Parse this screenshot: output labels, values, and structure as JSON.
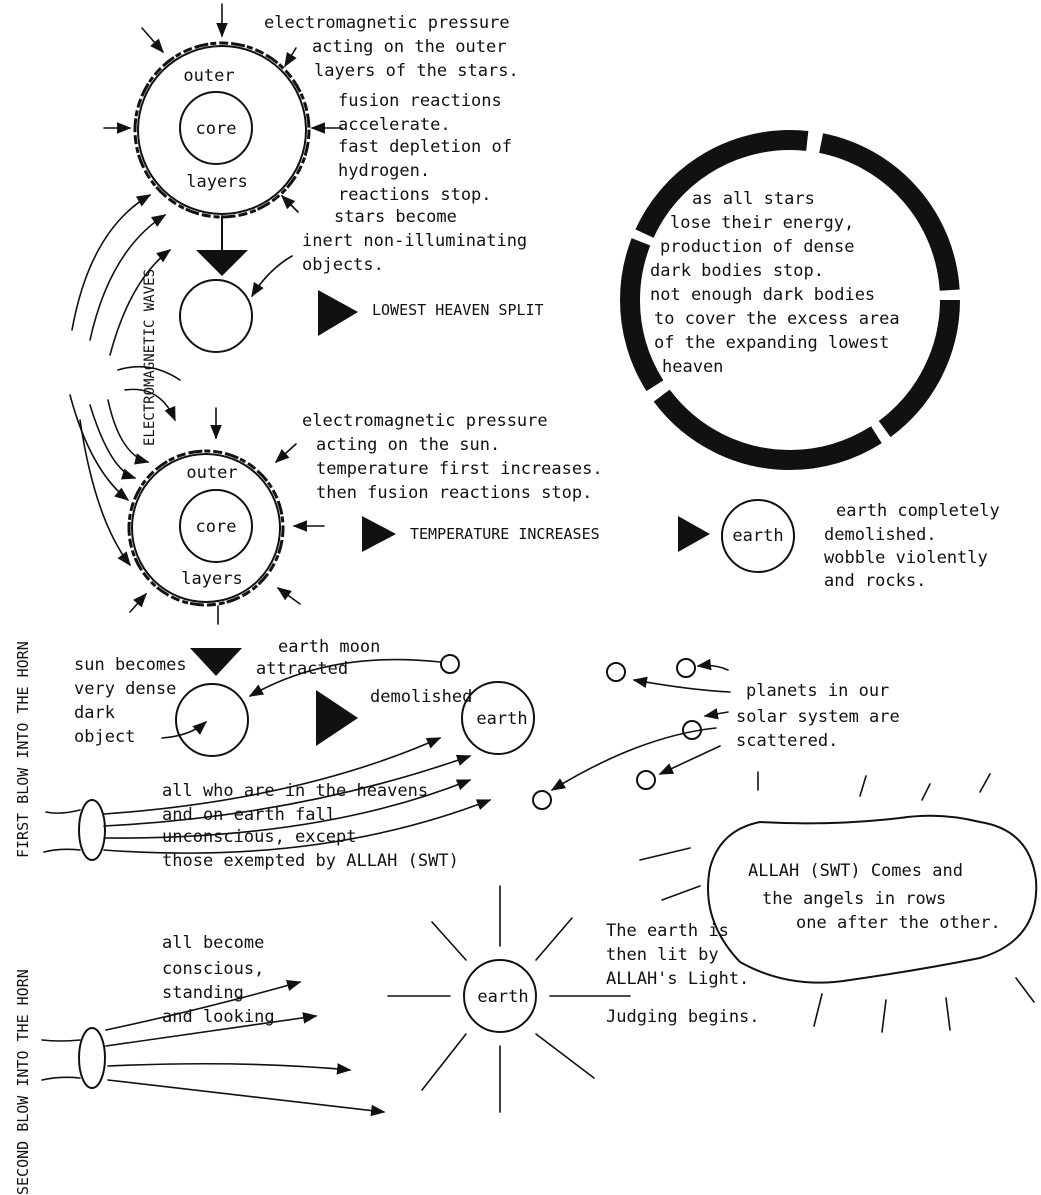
{
  "stars_block": {
    "outer_label": "outer",
    "core_label": "core",
    "layers_label": "layers",
    "notes": [
      "electromagnetic pressure",
      "acting on the outer",
      "layers of the stars.",
      "fusion reactions",
      "accelerate.",
      "fast depletion of",
      "hydrogen.",
      "reactions stop.",
      "stars become",
      "inert non-illuminating",
      "objects."
    ],
    "split_label": "LOWEST HEAVEN SPLIT",
    "ring_text": [
      "as all stars",
      "lose their energy,",
      "production of dense",
      "dark bodies stop.",
      "not enough dark bodies",
      "to cover the excess area",
      "of the expanding lowest",
      "heaven"
    ]
  },
  "waves_label": "ELECTROMAGNETIC WAVES",
  "sun_block": {
    "outer_label": "outer",
    "core_label": "core",
    "layers_label": "layers",
    "notes": [
      "electromagnetic pressure",
      "acting on the sun.",
      "temperature first increases.",
      "then fusion reactions stop."
    ],
    "temp_label": "TEMPERATURE INCREASES",
    "earth_label": "earth",
    "earth_notes": [
      "earth completely",
      "demolished.",
      "wobble violently",
      "and rocks."
    ]
  },
  "first_blow": {
    "side_label": "FIRST BLOW INTO THE HORN",
    "sun_notes": [
      "sun becomes",
      "very dense",
      "dark",
      "object"
    ],
    "moon_notes": [
      "earth moon",
      "attracted"
    ],
    "demolished_label": "demolished",
    "earth_label": "earth",
    "planets_notes": [
      "planets in our",
      "solar system are",
      "scattered."
    ],
    "horn_notes": [
      "all who are in the heavens",
      "and on earth fall",
      "unconscious, except",
      "those exempted by ALLAH (SWT)"
    ],
    "cloud_notes": [
      "ALLAH (SWT) Comes and",
      "the angels in rows",
      "one after the other."
    ]
  },
  "second_blow": {
    "side_label": "SECOND BLOW INTO THE HORN",
    "horn_notes": [
      "all become",
      "conscious,",
      "standing",
      "and looking"
    ],
    "earth_label": "earth",
    "light_notes": [
      "The earth is",
      "then lit by",
      "ALLAH's Light."
    ],
    "judging_label": "Judging begins."
  }
}
